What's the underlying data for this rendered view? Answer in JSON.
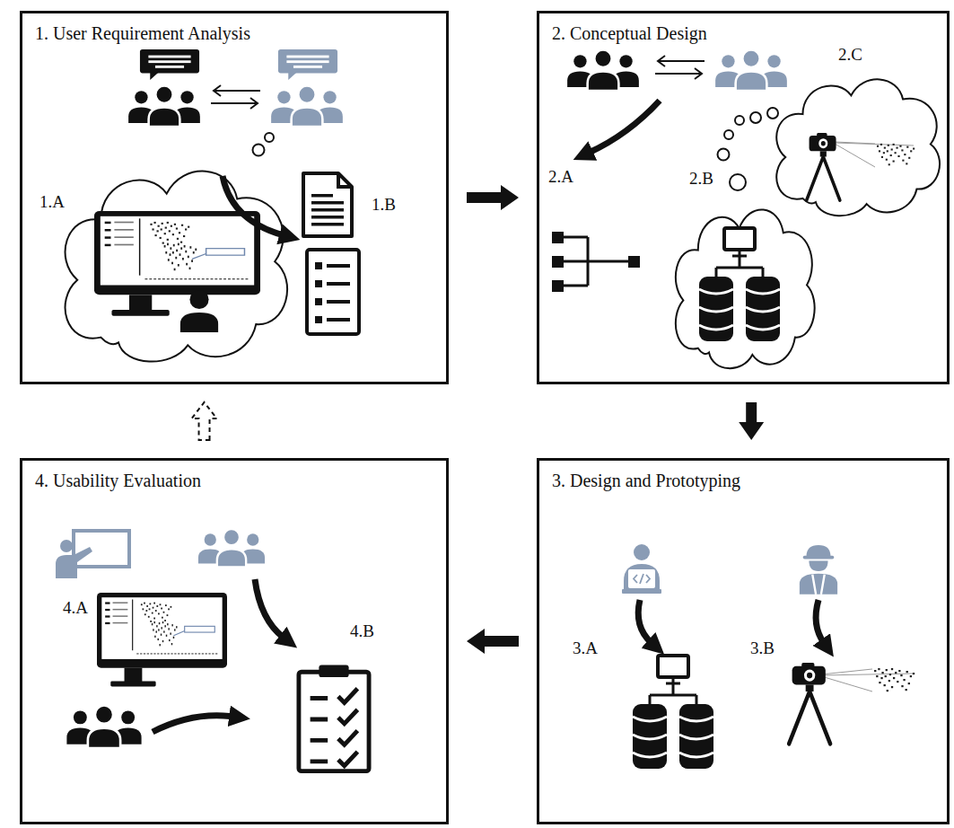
{
  "diagram": {
    "nodes": [
      {
        "text": [
          "1. User Requirement Analysis"
        ]
      },
      {
        "text": [
          "2. Conceptual Design"
        ]
      },
      {
        "text": [
          "3. Design and Prototyping"
        ]
      },
      {
        "text": [
          "4. Usability Evaluation"
        ]
      }
    ],
    "edges": [
      {
        "from": 0,
        "to": 1,
        "arrow": "to"
      },
      {
        "from": 1,
        "to": 2,
        "arrow": "to"
      },
      {
        "from": 2,
        "to": 3,
        "arrow": "to"
      },
      {
        "from": 3,
        "to": 0,
        "arrow": "to"
      }
    ],
    "labels": [
      "1.A",
      "1.B",
      "2.A",
      "2.B",
      "2.C",
      "3.A",
      "3.B",
      "4.A",
      "4.B"
    ]
  }
}
